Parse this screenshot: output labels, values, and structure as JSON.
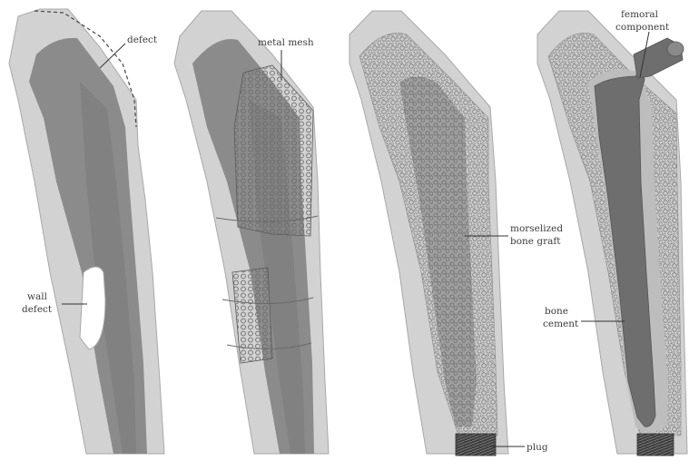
{
  "colors": {
    "cortex_outer": "#cfcfcf",
    "cortex_edge": "#9a9a9a",
    "canal": "#8a8a8a",
    "canal_dark": "#7b7b7b",
    "graft": "#c8c8c8",
    "implant": "#6e6e6e",
    "plug": "#4a4a4a",
    "label_line": "#333333"
  },
  "panels": [
    {
      "id": "A",
      "labels": {
        "defect": "defect",
        "wall_defect_1": "wall",
        "wall_defect_2": "defect"
      }
    },
    {
      "id": "B",
      "labels": {
        "metal_mesh": "metal mesh"
      }
    },
    {
      "id": "C",
      "labels": {
        "graft_1": "morselized",
        "graft_2": "bone graft",
        "plug": "plug"
      }
    },
    {
      "id": "D",
      "labels": {
        "femoral_1": "femoral",
        "femoral_2": "component",
        "cement_1": "bone",
        "cement_2": "cement"
      }
    }
  ]
}
